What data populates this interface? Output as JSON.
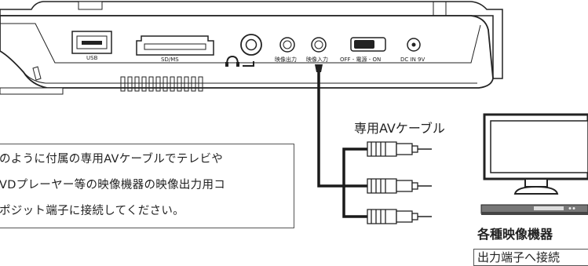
{
  "device_ports": {
    "usb_label": "USB",
    "sdms_label": "SD/MS",
    "video_out_label": "映像出力",
    "video_in_label": "映像入力",
    "power_label": "OFF - 電源 - ON",
    "dcin_label": "DC IN 9V"
  },
  "note": {
    "line1": "のように付属の専用AVケーブルでテレビや",
    "line2": "VDプレーヤー等の映像機器の映像出力用コ",
    "line3": "ポジット端子に接続してください。"
  },
  "cable_label": "専用AVケーブル",
  "device_label": "各種映像機器",
  "connect_label": "出力端子へ接続"
}
